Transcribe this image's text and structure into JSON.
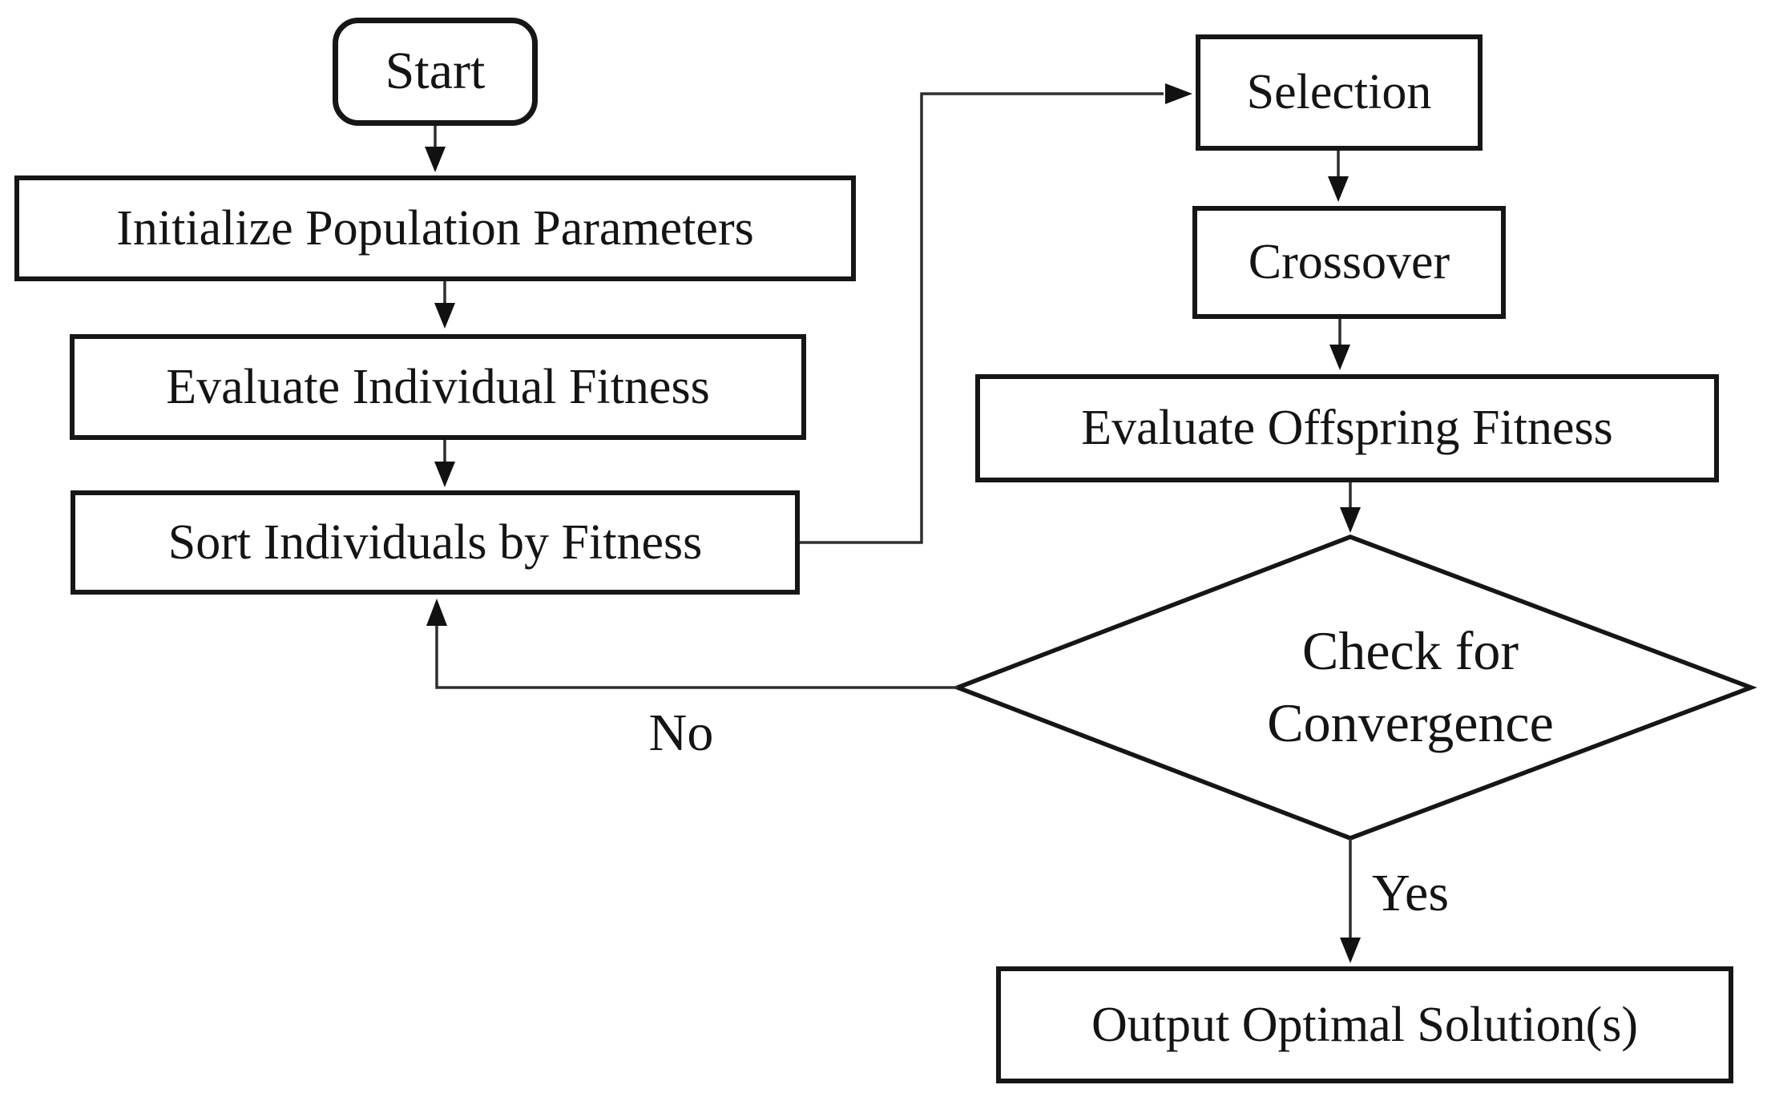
{
  "diagram": {
    "type": "flowchart",
    "colors": {
      "stroke": "#161616",
      "text": "#141414",
      "background": "#ffffff"
    },
    "nodes": {
      "start": {
        "label": "Start",
        "shape": "terminator"
      },
      "init": {
        "label": "Initialize Population Parameters",
        "shape": "process"
      },
      "eval_individual": {
        "label": "Evaluate Individual Fitness",
        "shape": "process"
      },
      "sort": {
        "label": "Sort Individuals by Fitness",
        "shape": "process"
      },
      "selection": {
        "label": "Selection",
        "shape": "process"
      },
      "crossover": {
        "label": "Crossover",
        "shape": "process"
      },
      "eval_offspring": {
        "label": "Evaluate Offspring Fitness",
        "shape": "process"
      },
      "convergence": {
        "lines": [
          "Check for",
          "Convergence"
        ],
        "shape": "decision"
      },
      "output": {
        "label": "Output Optimal Solution(s)",
        "shape": "process"
      }
    },
    "edges": [
      {
        "from": "start",
        "to": "init",
        "label": ""
      },
      {
        "from": "init",
        "to": "eval_individual",
        "label": ""
      },
      {
        "from": "eval_individual",
        "to": "sort",
        "label": ""
      },
      {
        "from": "sort",
        "to": "selection",
        "label": ""
      },
      {
        "from": "selection",
        "to": "crossover",
        "label": ""
      },
      {
        "from": "crossover",
        "to": "eval_offspring",
        "label": ""
      },
      {
        "from": "eval_offspring",
        "to": "convergence",
        "label": ""
      },
      {
        "from": "convergence",
        "to": "sort",
        "label": "No"
      },
      {
        "from": "convergence",
        "to": "output",
        "label": "Yes"
      }
    ]
  }
}
